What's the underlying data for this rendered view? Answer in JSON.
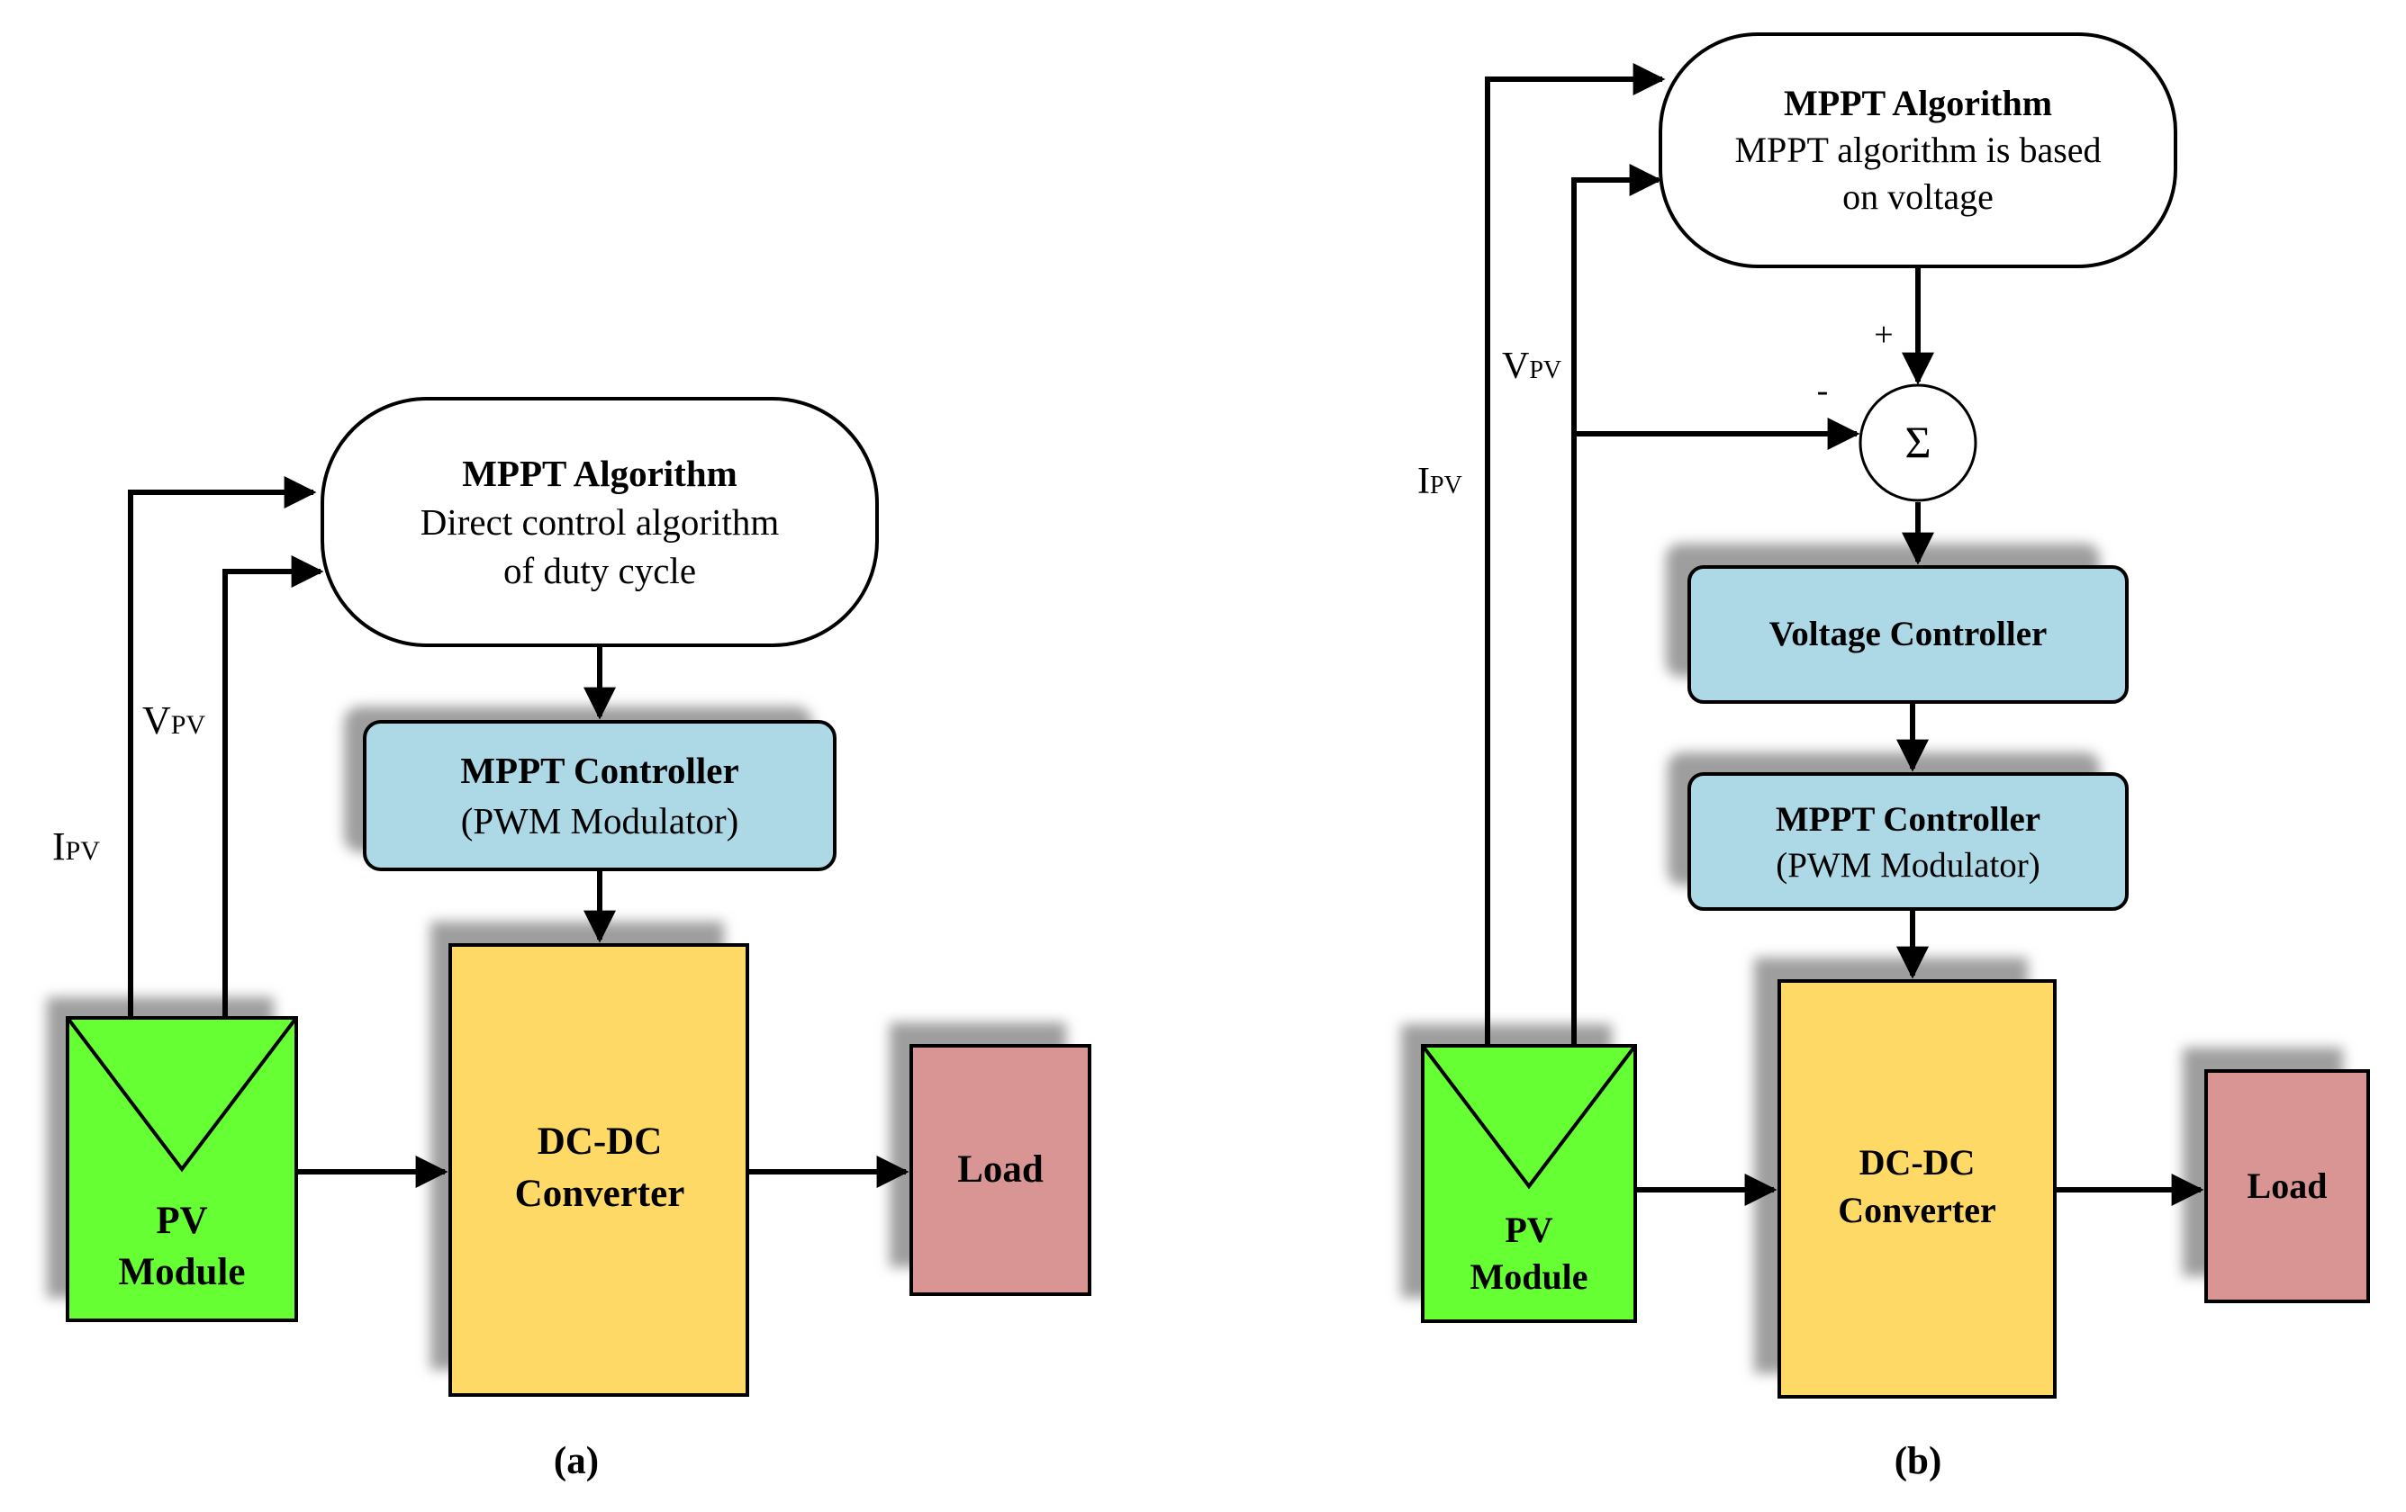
{
  "colors": {
    "pv_module": "#66ff33",
    "converter": "#ffd966",
    "controller": "#add8e6",
    "load": "#d99594",
    "algorithm": "#ffffff",
    "line": "#000000",
    "shadow": "#9e9e9e"
  },
  "panel_a": {
    "caption": "(a)",
    "algorithm": {
      "title": "MPPT Algorithm",
      "line1": "Direct control algorithm",
      "line2": "of duty cycle"
    },
    "controller": {
      "title": "MPPT Controller",
      "subtitle": "(PWM Modulator)"
    },
    "converter": {
      "line1": "DC-DC",
      "line2": "Converter"
    },
    "pv": {
      "line1": "PV",
      "line2": "Module"
    },
    "load": "Load",
    "labels": {
      "v_main": "V",
      "v_sub": "PV",
      "i_main": "I",
      "i_sub": "PV"
    }
  },
  "panel_b": {
    "caption": "(b)",
    "algorithm": {
      "title": "MPPT Algorithm",
      "line1": "MPPT algorithm is based",
      "line2": "on voltage"
    },
    "summing": {
      "symbol": "Σ",
      "plus": "+",
      "minus": "-"
    },
    "voltage_controller": "Voltage Controller",
    "controller": {
      "title": "MPPT Controller",
      "subtitle": "(PWM Modulator)"
    },
    "converter": {
      "line1": "DC-DC",
      "line2": "Converter"
    },
    "pv": {
      "line1": "PV",
      "line2": "Module"
    },
    "load": "Load",
    "labels": {
      "v_main": "V",
      "v_sub": "PV",
      "i_main": "I",
      "i_sub": "PV"
    }
  }
}
